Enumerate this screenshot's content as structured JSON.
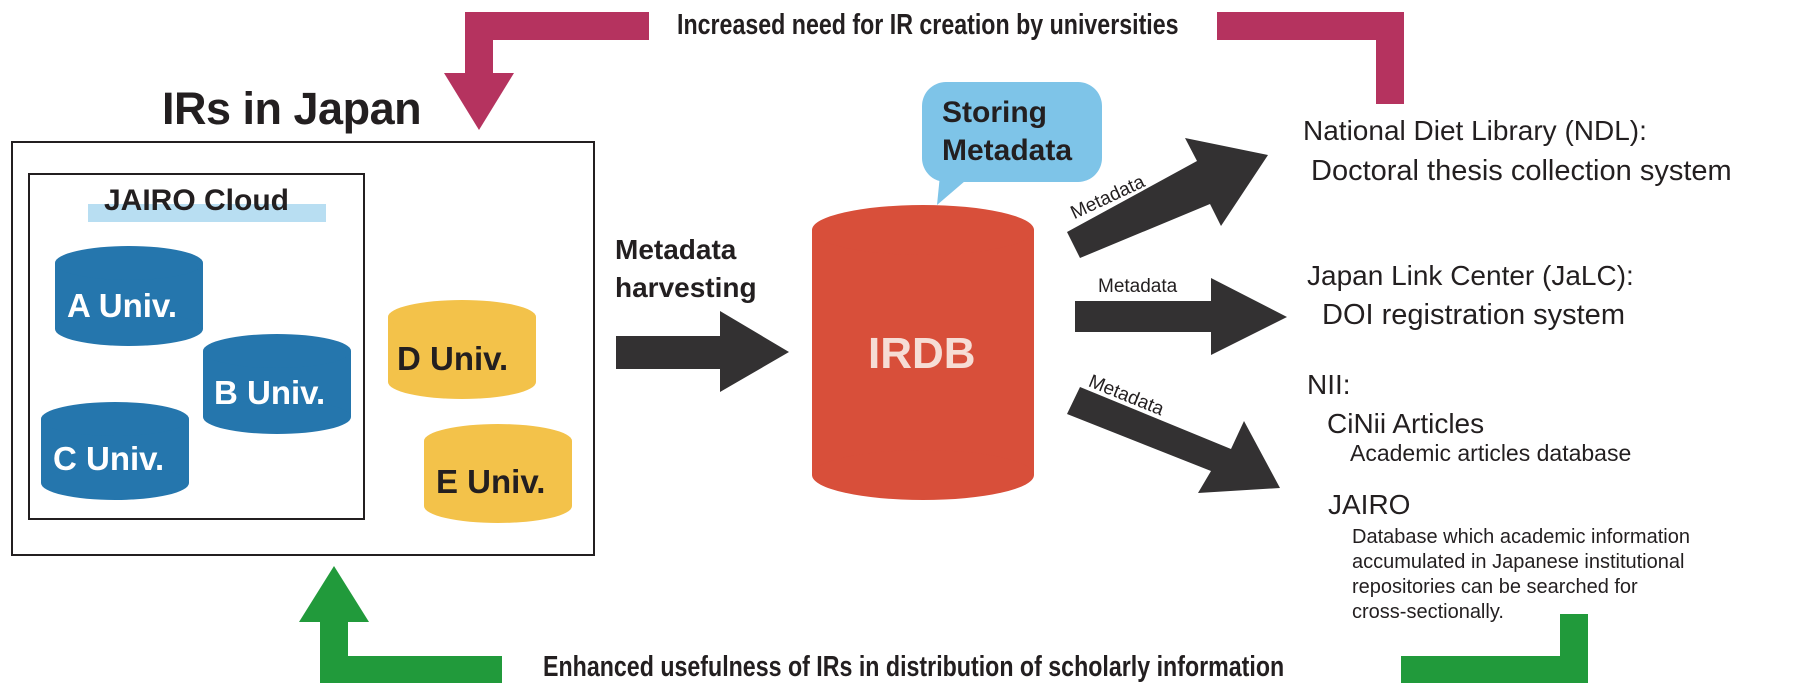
{
  "top_loop_label": "Increased need for IR creation by universities",
  "bottom_loop_label": "Enhanced usefulness of IRs in distribution of scholarly information",
  "irs_title": "IRs in Japan",
  "jairo_cloud_label": "JAIRO Cloud",
  "univ_labels": [
    "A Univ.",
    "B Univ.",
    "C Univ.",
    "D Univ.",
    "E Univ."
  ],
  "harvest_label": [
    "Metadata",
    "harvesting"
  ],
  "irdb_label": "IRDB",
  "storing_bubble": [
    "Storing",
    "Metadata"
  ],
  "metadata_labels": [
    "Metadata",
    "Metadata",
    "Metadata"
  ],
  "ndl": {
    "title": "National Diet Library (NDL):",
    "subtitle": "Doctoral thesis collection system"
  },
  "jalc": {
    "title": "Japan Link Center (JaLC):",
    "subtitle": "DOI registration system"
  },
  "nii": {
    "title": "NII:",
    "cinii": {
      "name": "CiNii Articles",
      "desc": "Academic articles database"
    },
    "jairo": {
      "name": "JAIRO",
      "desc": [
        "Database which academic information",
        "accumulated in Japanese institutional",
        "repositories can be searched for",
        "cross-sectionally."
      ]
    }
  },
  "colors": {
    "magenta_arrow": "#b5335f",
    "green_arrow": "#219a3b",
    "dark_arrow": "#333132",
    "irdb_red": "#d84f3a",
    "univ_blue": "#2576ad",
    "univ_yellow": "#f3c24a",
    "bubble_blue": "#7ec4e8",
    "cloud_band": "#b8def2"
  }
}
